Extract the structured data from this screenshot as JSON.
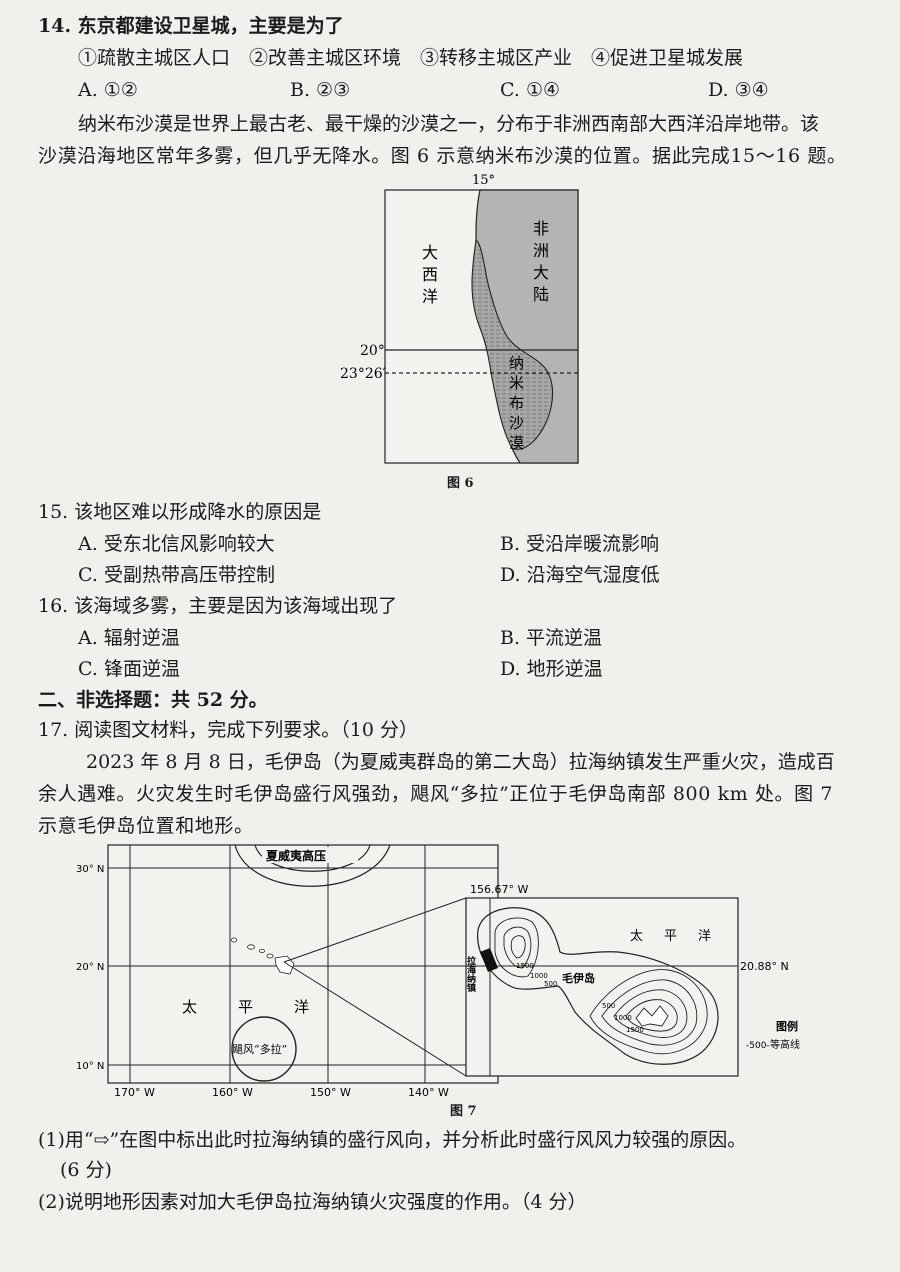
{
  "q14": {
    "stem": "14. 东京都建设卫星城，主要是为了",
    "items": "①疏散主城区人口　②改善主城区环境　③转移主城区产业　④促进卫星城发展",
    "options": [
      "A. ①②",
      "B. ②③",
      "C. ①④",
      "D. ③④"
    ]
  },
  "passage1": [
    "纳米布沙漠是世界上最古老、最干燥的沙漠之一，分布于非洲西南部大西洋沿岸地带。该",
    "沙漠沿海地区常年多雾，但几乎无降水。图 6 示意纳米布沙漠的位置。据此完成15～16 题。"
  ],
  "fig6": {
    "caption": "图 6",
    "lon_label": "15°",
    "lat20": "20°",
    "lat_tropic": "23°26′",
    "ocean": [
      "大",
      "西",
      "洋"
    ],
    "continent": [
      "非",
      "洲",
      "大",
      "陆"
    ],
    "desert": [
      "纳",
      "米",
      "布",
      "沙",
      "漠"
    ]
  },
  "q15": {
    "stem": "15. 该地区难以形成降水的原因是",
    "options": [
      "A. 受东北信风影响较大",
      "B. 受沿岸暖流影响",
      "C. 受副热带高压带控制",
      "D. 沿海空气湿度低"
    ]
  },
  "q16": {
    "stem": "16. 该海域多雾，主要是因为该海域出现了",
    "options": [
      "A. 辐射逆温",
      "B. 平流逆温",
      "C. 锋面逆温",
      "D. 地形逆温"
    ]
  },
  "section2": "二、非选择题：共 52 分。",
  "q17": {
    "stem": "17. 阅读图文材料，完成下列要求。（10 分）",
    "passage": [
      "2023 年 8 月 8 日，毛伊岛（为夏威夷群岛的第二大岛）拉海纳镇发生严重火灾，造成百",
      "余人遇难。火灾发生时毛伊岛盛行风强劲，飓风“多拉”正位于毛伊岛南部 800 km 处。图 7",
      "示意毛伊岛位置和地形。"
    ],
    "sub1": "(1)用“⇨”在图中标出此时拉海纳镇的盛行风向，并分析此时盛行风风力较强的原因。",
    "sub1_score": "(6 分)",
    "sub2": "(2)说明地形因素对加大毛伊岛拉海纳镇火灾强度的作用。（4 分）"
  },
  "fig7": {
    "caption": "图 7",
    "lat_labels": [
      "30° N",
      "20° N",
      "10° N"
    ],
    "lon_labels": [
      "170° W",
      "160° W",
      "150° W",
      "140° W"
    ],
    "high": "夏威夷高压",
    "hurricane": "飓风“多拉”",
    "ocean": [
      "太",
      "平",
      "洋"
    ],
    "inset": {
      "lon": "156.67° W",
      "lat": "20.88° N",
      "ocean": [
        "太",
        "平",
        "洋"
      ],
      "island": "毛伊岛",
      "town": "拉海纳镇",
      "contours": [
        "1500",
        "1000",
        "500",
        "500",
        "1000",
        "1500"
      ],
      "legend_title": "图例",
      "legend_sample": "-500-",
      "legend_text": "等高线/m"
    }
  }
}
